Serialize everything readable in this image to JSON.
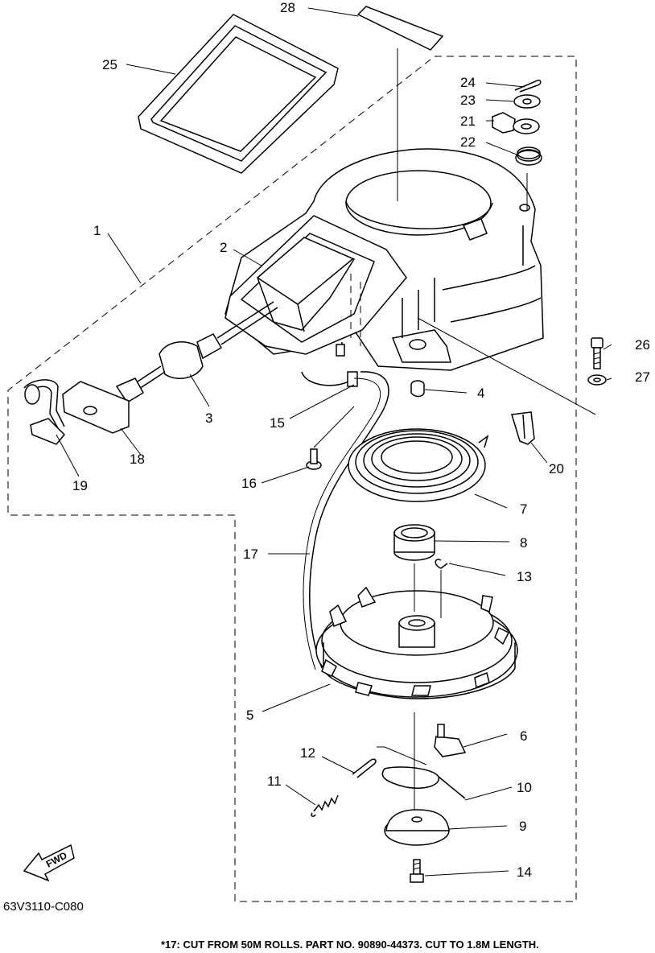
{
  "diagram_code": "63V3110-C080",
  "footnote": "*17: CUT FROM 50M ROLLS. PART NO. 90890-44373. CUT TO 1.8M LENGTH.",
  "fwd_label": "FWD",
  "callouts": {
    "c1": "1",
    "c2": "2",
    "c3": "3",
    "c4": "4",
    "c5": "5",
    "c6": "6",
    "c7": "7",
    "c8": "8",
    "c9": "9",
    "c10": "10",
    "c11": "11",
    "c12": "12",
    "c13": "13",
    "c14": "14",
    "c15": "15",
    "c16": "16",
    "c17": "17",
    "c18": "18",
    "c19": "19",
    "c20": "20",
    "c21": "21",
    "c22": "22",
    "c23": "23",
    "c24": "24",
    "c25": "25",
    "c26": "26",
    "c27": "27",
    "c28": "28"
  }
}
